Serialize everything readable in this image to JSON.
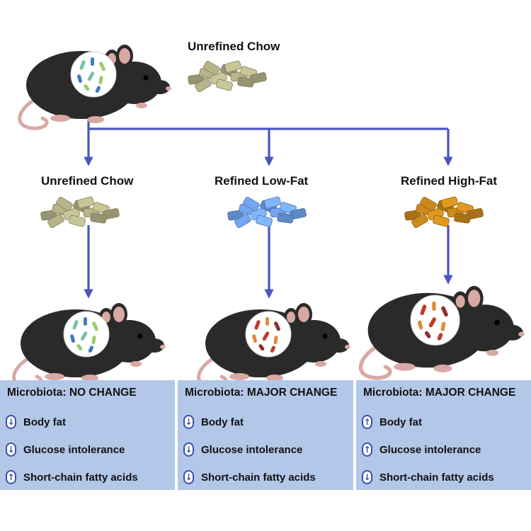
{
  "top": {
    "diet_label": "Unrefined Chow"
  },
  "groups": [
    {
      "diet": "Unrefined Chow",
      "pellet_color": "#b7b48a",
      "microbiota": "Microbiota: NO CHANGE",
      "outcomes": [
        {
          "label": "Body fat",
          "direction": "down"
        },
        {
          "label": "Glucose intolerance",
          "direction": "down"
        },
        {
          "label": "Short-chain fatty acids",
          "direction": "up"
        }
      ]
    },
    {
      "diet": "Refined Low-Fat",
      "pellet_color": "#73a6f2",
      "microbiota": "Microbiota: MAJOR CHANGE",
      "outcomes": [
        {
          "label": "Body fat",
          "direction": "down"
        },
        {
          "label": "Glucose intolerance",
          "direction": "down"
        },
        {
          "label": "Short-chain fatty acids",
          "direction": "down"
        }
      ]
    },
    {
      "diet": "Refined High-Fat",
      "pellet_color": "#cc8a1c",
      "microbiota": "Microbiota: MAJOR CHANGE",
      "outcomes": [
        {
          "label": "Body fat",
          "direction": "up"
        },
        {
          "label": "Glucose intolerance",
          "direction": "up"
        },
        {
          "label": "Short-chain fatty acids",
          "direction": "down"
        }
      ]
    }
  ],
  "colors": {
    "arrow": "#4a55c0",
    "panel": "#b3c7e8",
    "mouse": "#2a2a2a",
    "ear": "#d8a9a4"
  }
}
